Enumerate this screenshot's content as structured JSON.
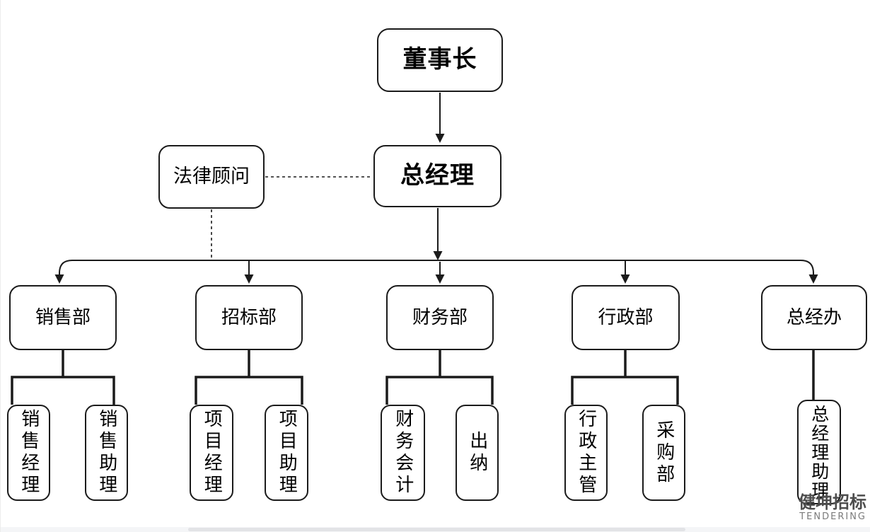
{
  "org_chart": {
    "type": "organization-chart",
    "chairman": "董事长",
    "general_manager": "总经理",
    "legal_advisor": "法律顾问",
    "legal_advisor_connection": "dashed",
    "departments": [
      {
        "label": "销售部",
        "children": [
          {
            "label": "销售经理"
          },
          {
            "label": "销售助理"
          }
        ]
      },
      {
        "label": "招标部",
        "children": [
          {
            "label": "项目经理"
          },
          {
            "label": "项目助理"
          }
        ]
      },
      {
        "label": "财务部",
        "children": [
          {
            "label": "财务会计"
          },
          {
            "label": "出纳"
          }
        ]
      },
      {
        "label": "行政部",
        "children": [
          {
            "label": "行政主管"
          },
          {
            "label": "采购部"
          }
        ]
      },
      {
        "label": "总经办",
        "children": [
          {
            "label": "总经理助理"
          }
        ]
      }
    ]
  },
  "watermark": {
    "logo": "健坤招标",
    "subtitle": "TENDERING"
  },
  "colors": {
    "line": "#1b1b1b",
    "box_border": "#1b1b1b",
    "text": "#000000",
    "background": "#ffffff",
    "watermark_logo": "#4d4d4d",
    "watermark_subtitle": "#7b7b7b",
    "scrollbar_track": "#f4f5f7",
    "scrollbar_thumb": "#e2e3e6"
  }
}
